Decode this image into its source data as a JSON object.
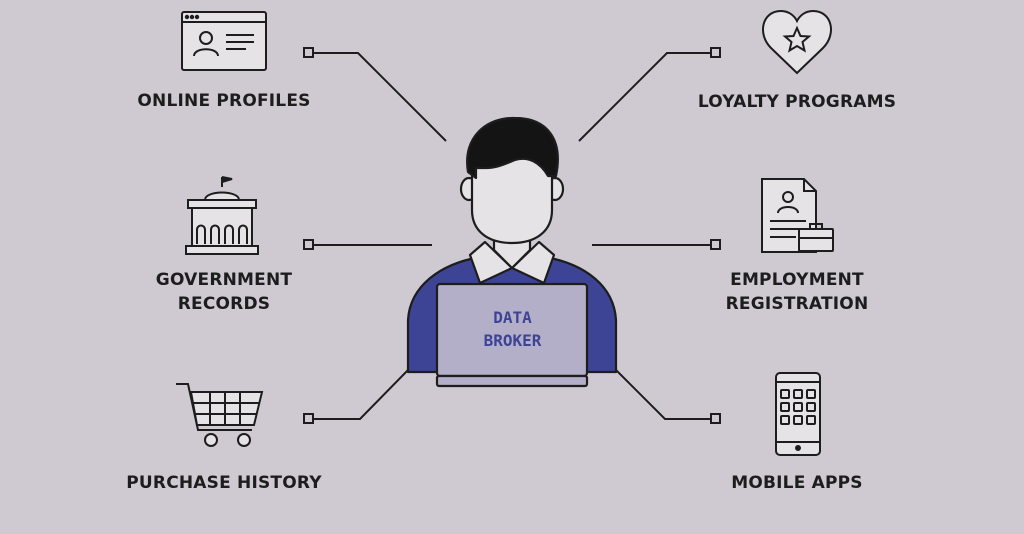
{
  "center": {
    "line1": "DATA",
    "line2": "BROKER"
  },
  "sources": {
    "online_profiles": {
      "label": "ONLINE PROFILES",
      "icon": "profile-card-icon"
    },
    "government_records": {
      "line1": "GOVERNMENT",
      "line2": "RECORDS",
      "icon": "government-building-icon"
    },
    "purchase_history": {
      "label": "PURCHASE HISTORY",
      "icon": "shopping-cart-icon"
    },
    "loyalty_programs": {
      "label": "LOYALTY PROGRAMS",
      "icon": "heart-star-icon"
    },
    "employment_registration": {
      "line1": "EMPLOYMENT",
      "line2": "REGISTRATION",
      "icon": "resume-briefcase-icon"
    },
    "mobile_apps": {
      "label": "MOBILE APPS",
      "icon": "smartphone-icon"
    }
  },
  "colors": {
    "background": "#cfcad2",
    "outline": "#1d1d1d",
    "shirt": "#3e4495",
    "laptop": "#b3afc9",
    "skin": "#e6e3e6",
    "hair": "#141414"
  }
}
